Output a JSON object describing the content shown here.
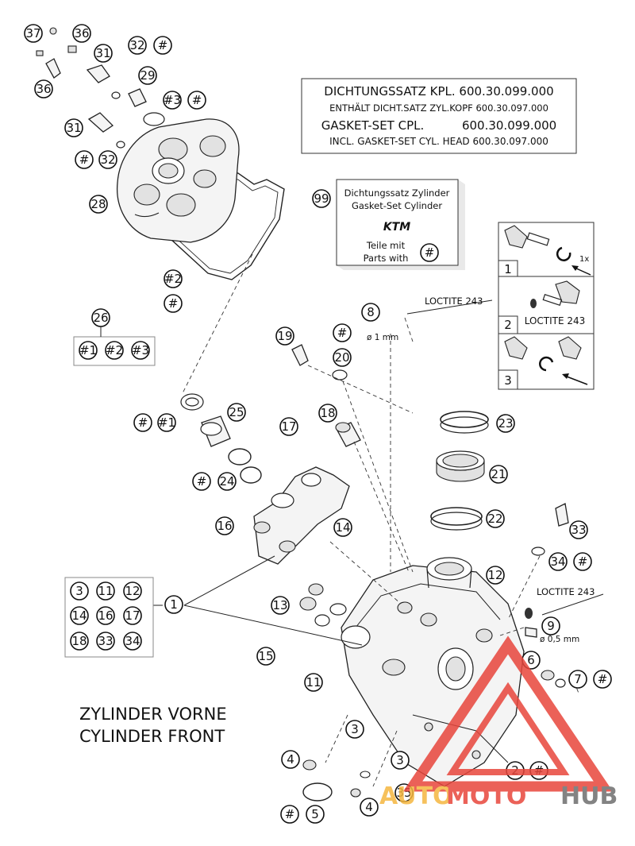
{
  "gasket_box": {
    "line1": "DICHTUNGSSATZ KPL. 600.30.099.000",
    "line2": "ENTHÄLT DICHT.SATZ ZYL.KOPF 600.30.097.000",
    "line3": "GASKET-SET CPL.          600.30.099.000",
    "line4": "INCL. GASKET-SET CYL. HEAD 600.30.097.000"
  },
  "cyl_gasket_box": {
    "callout": "99",
    "line1": "Dichtungssatz Zylinder",
    "line2": "Gasket-Set Cylinder",
    "logo": "KTM",
    "line3": "Teile mit",
    "line4": "Parts with",
    "hash": "#"
  },
  "steps": {
    "s1": "1",
    "s1_note": "1x",
    "s2": "2",
    "s2_note": "LOCTITE 243",
    "s3": "3"
  },
  "loctite_labels": {
    "l8": "LOCTITE 243",
    "l9": "LOCTITE 243"
  },
  "dims": {
    "d8": "ø 1 mm",
    "d9": "ø 0,5 mm"
  },
  "callouts": {
    "c37": "37",
    "c36a": "36",
    "c36b": "36",
    "c31a": "31",
    "c31b": "31",
    "c32a": "32",
    "c32b": "32",
    "c29": "29",
    "c3h": "#3",
    "c28": "28",
    "c2h": "#2",
    "c26": "26",
    "c1h": "#1",
    "c2hb": "#2",
    "c3hb": "#3",
    "c25": "25",
    "c24": "24",
    "c19": "19",
    "c20": "20",
    "c18": "18",
    "c17": "17",
    "c16": "16",
    "c14": "14",
    "c8": "8",
    "c23": "23",
    "c21": "21",
    "c22": "22",
    "c33": "33",
    "c34": "34",
    "c12": "12",
    "c1": "1",
    "c13": "13",
    "c15": "15",
    "c11": "11",
    "c9": "9",
    "c6": "6",
    "c7": "7",
    "c3a": "3",
    "c3b": "3",
    "c4a": "4",
    "c4b": "4",
    "c5": "5",
    "c35": "35",
    "c2": "2",
    "hash": "#"
  },
  "group1": [
    "3",
    "11",
    "12",
    "14",
    "16",
    "17",
    "18",
    "33",
    "34"
  ],
  "caption": {
    "de": "ZYLINDER VORNE",
    "en": "CYLINDER FRONT"
  },
  "watermark": {
    "auto": "AUTO",
    "moto": "MOTO",
    "hub": "HUB"
  },
  "colors": {
    "watermark_red": "#e8463c",
    "watermark_yellow": "#f5b740",
    "watermark_gray": "#6e6e6e"
  }
}
